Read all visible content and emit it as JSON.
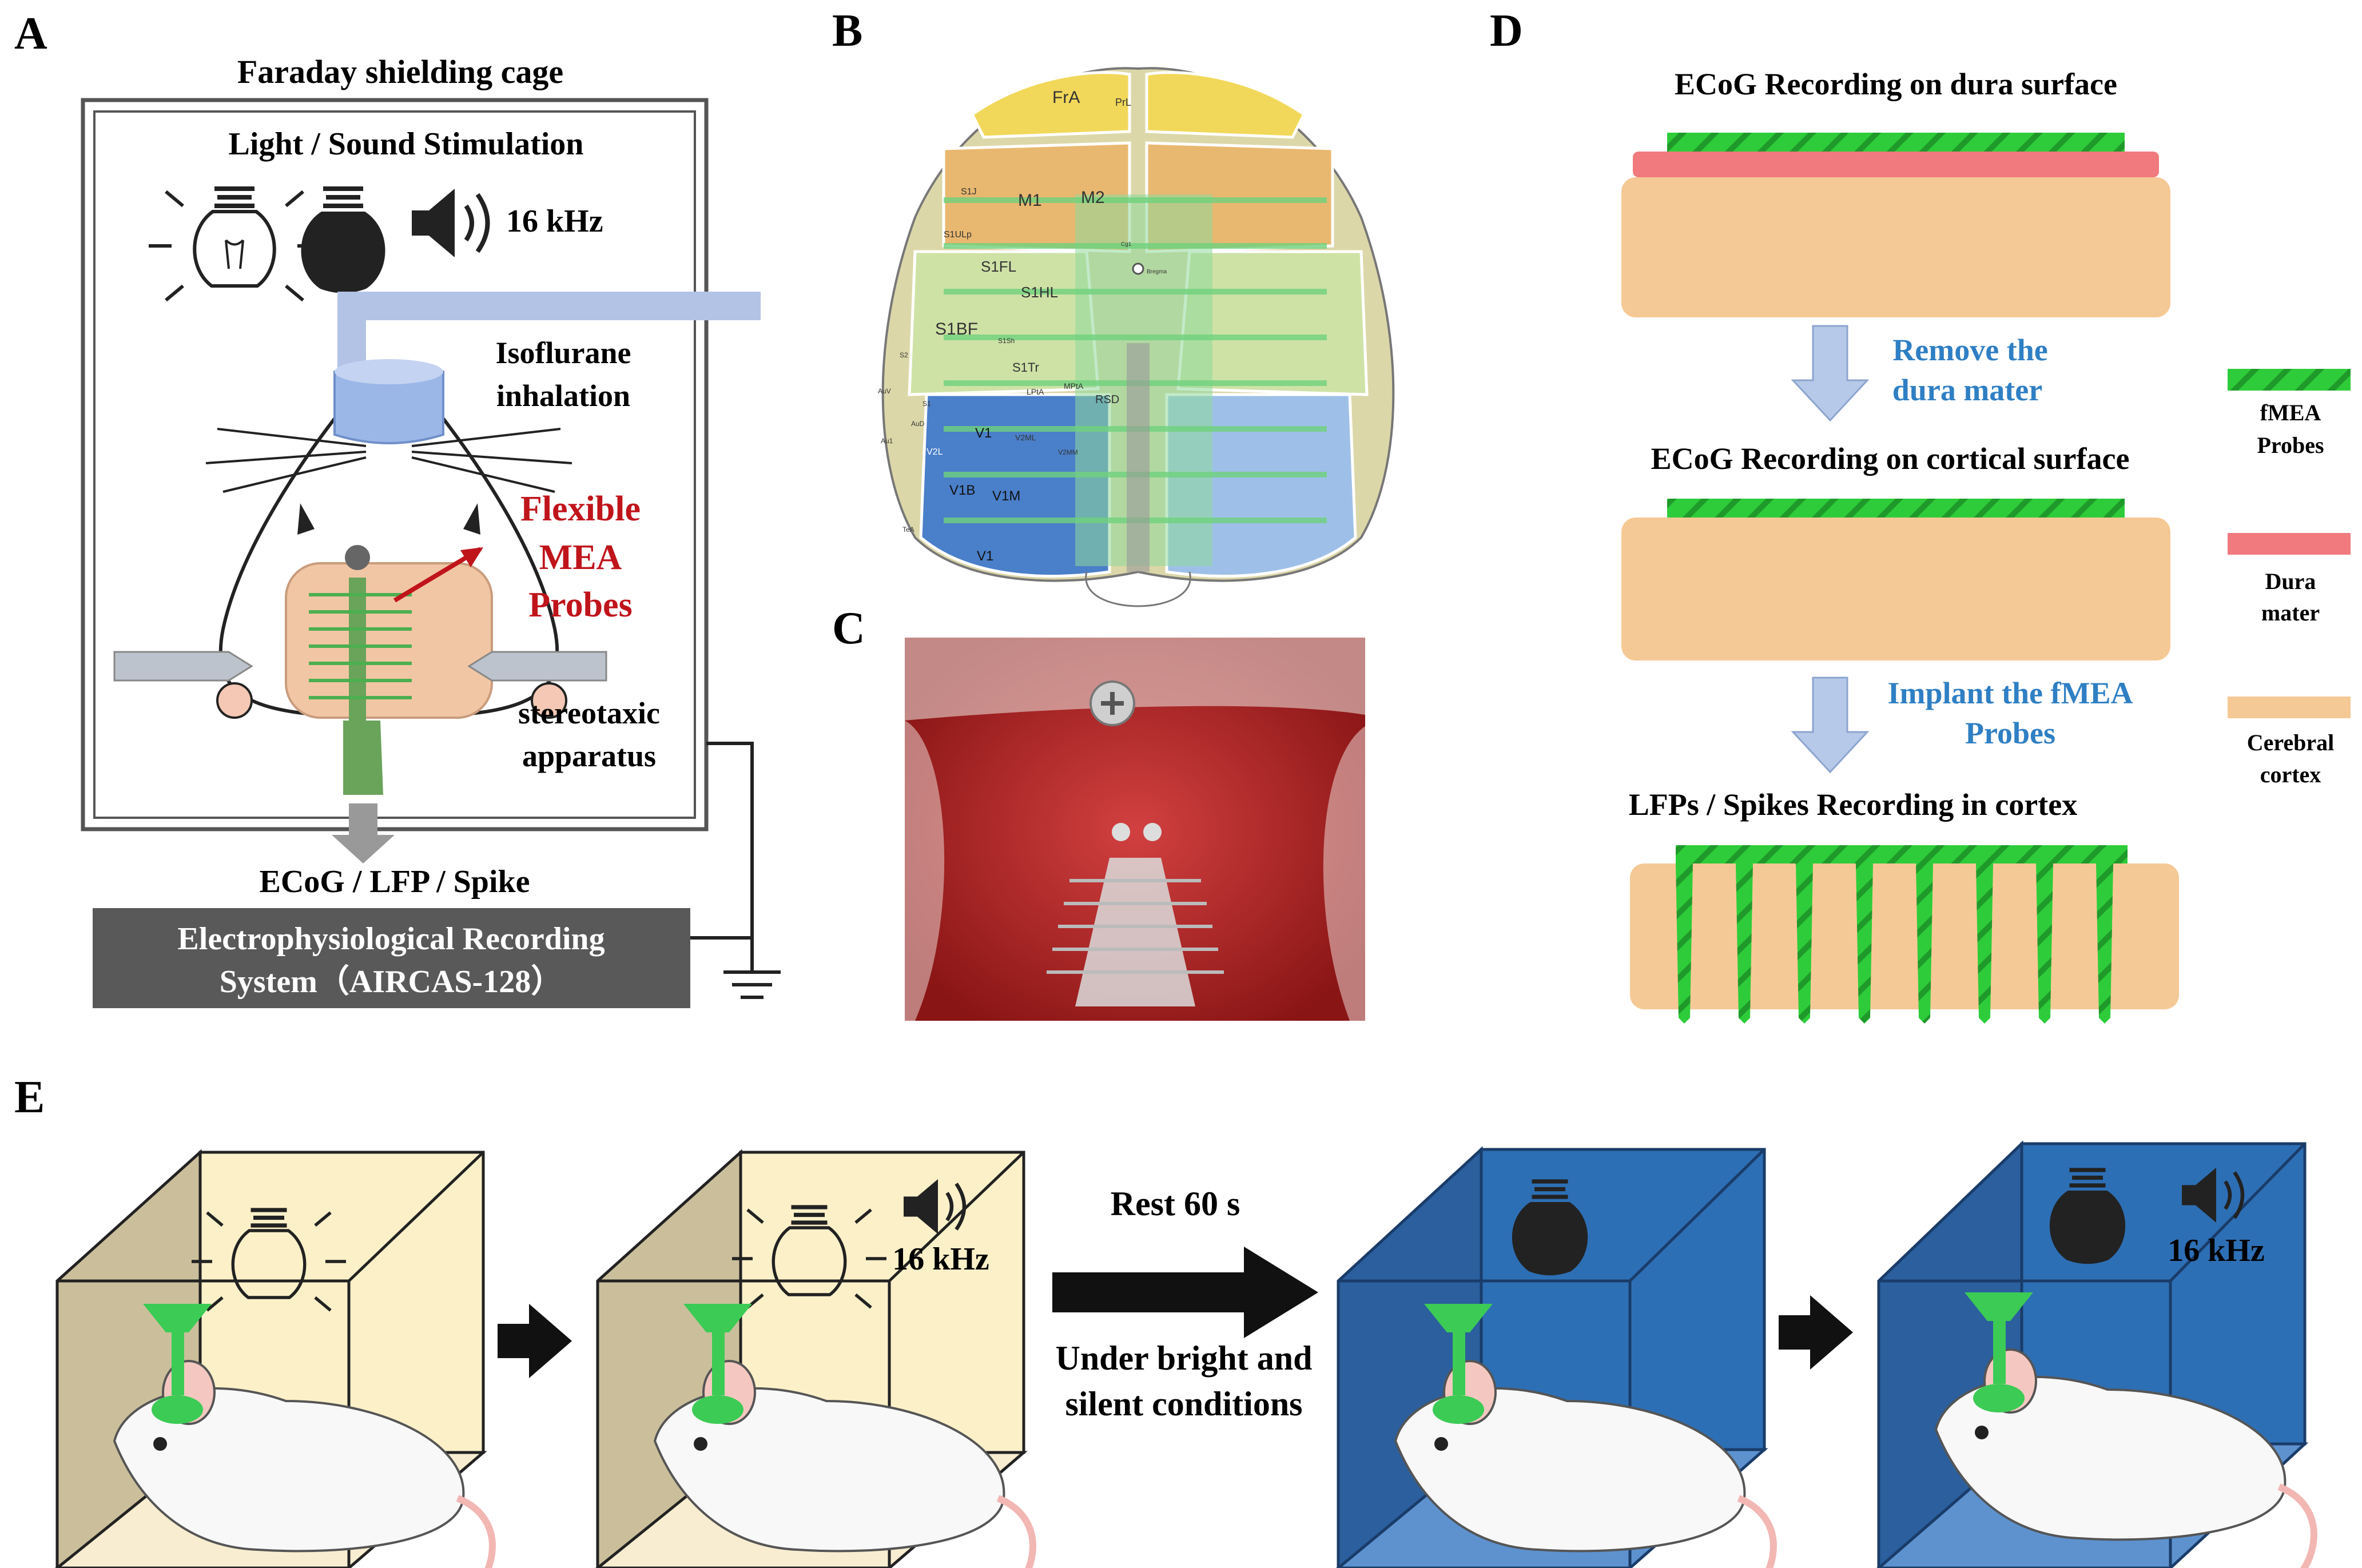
{
  "panels": {
    "a": "A",
    "b": "B",
    "c": "C",
    "d": "D",
    "e": "E"
  },
  "panel_a": {
    "cage_title": "Faraday shielding cage",
    "stim_title": "Light / Sound Stimulation",
    "freq": "16 kHz",
    "iso_1": "Isoflurane",
    "iso_2": "inhalation",
    "flex_1": "Flexible",
    "flex_2": "MEA",
    "flex_3": "Probes",
    "stereo_1": "stereotaxic",
    "stereo_2": "apparatus",
    "signals": "ECoG / LFP / Spike",
    "rec_1": "Electrophysiological Recording",
    "rec_2": "System（AIRCAS-128）"
  },
  "panel_b": {
    "labels": [
      "FrA",
      "PrL",
      "M1",
      "M2",
      "S1J",
      "S1ULp",
      "S1FL",
      "S1HL",
      "S1BF",
      "S1Sh",
      "S1Tr",
      "LPtA",
      "MPtA",
      "RSD",
      "V1",
      "V2L",
      "V2ML",
      "V2MM",
      "V1B",
      "V1M",
      "V1",
      "S2",
      "S1",
      "AuD",
      "Au1",
      "AuV",
      "TeA",
      "Bregma",
      "Cg1"
    ]
  },
  "panel_d": {
    "step1": "ECoG Recording on dura  surface",
    "arrow1_1": "Remove the",
    "arrow1_2": "dura mater",
    "step2": "ECoG Recording on cortical surface",
    "arrow2_1": "Implant the fMEA",
    "arrow2_2": "Probes",
    "step3": "LFPs / Spikes Recording in cortex",
    "legend": [
      {
        "l1": "fMEA",
        "l2": "Probes",
        "color": "#2ecc3a"
      },
      {
        "l1": "Dura",
        "l2": "mater",
        "color": "#f07a7d"
      },
      {
        "l1": "Cerebral",
        "l2": "cortex",
        "color": "#f5c995"
      }
    ]
  },
  "panel_e": {
    "rest": "Rest 60 s",
    "cond_1": "Under bright and",
    "cond_2": "silent conditions",
    "freq_a": "16 kHz",
    "freq_b": "16 kHz"
  },
  "colors": {
    "cortex": "#f5c995",
    "dura": "#f07a7d",
    "probe": "#2ecc3a",
    "arrow_blue": "#b6c9e8",
    "text_blue": "#2f7fc4",
    "red_text": "#c0141b",
    "box_light": "#fcf0c8",
    "box_dark": "#2d6fb5",
    "recorder": "#595959"
  }
}
